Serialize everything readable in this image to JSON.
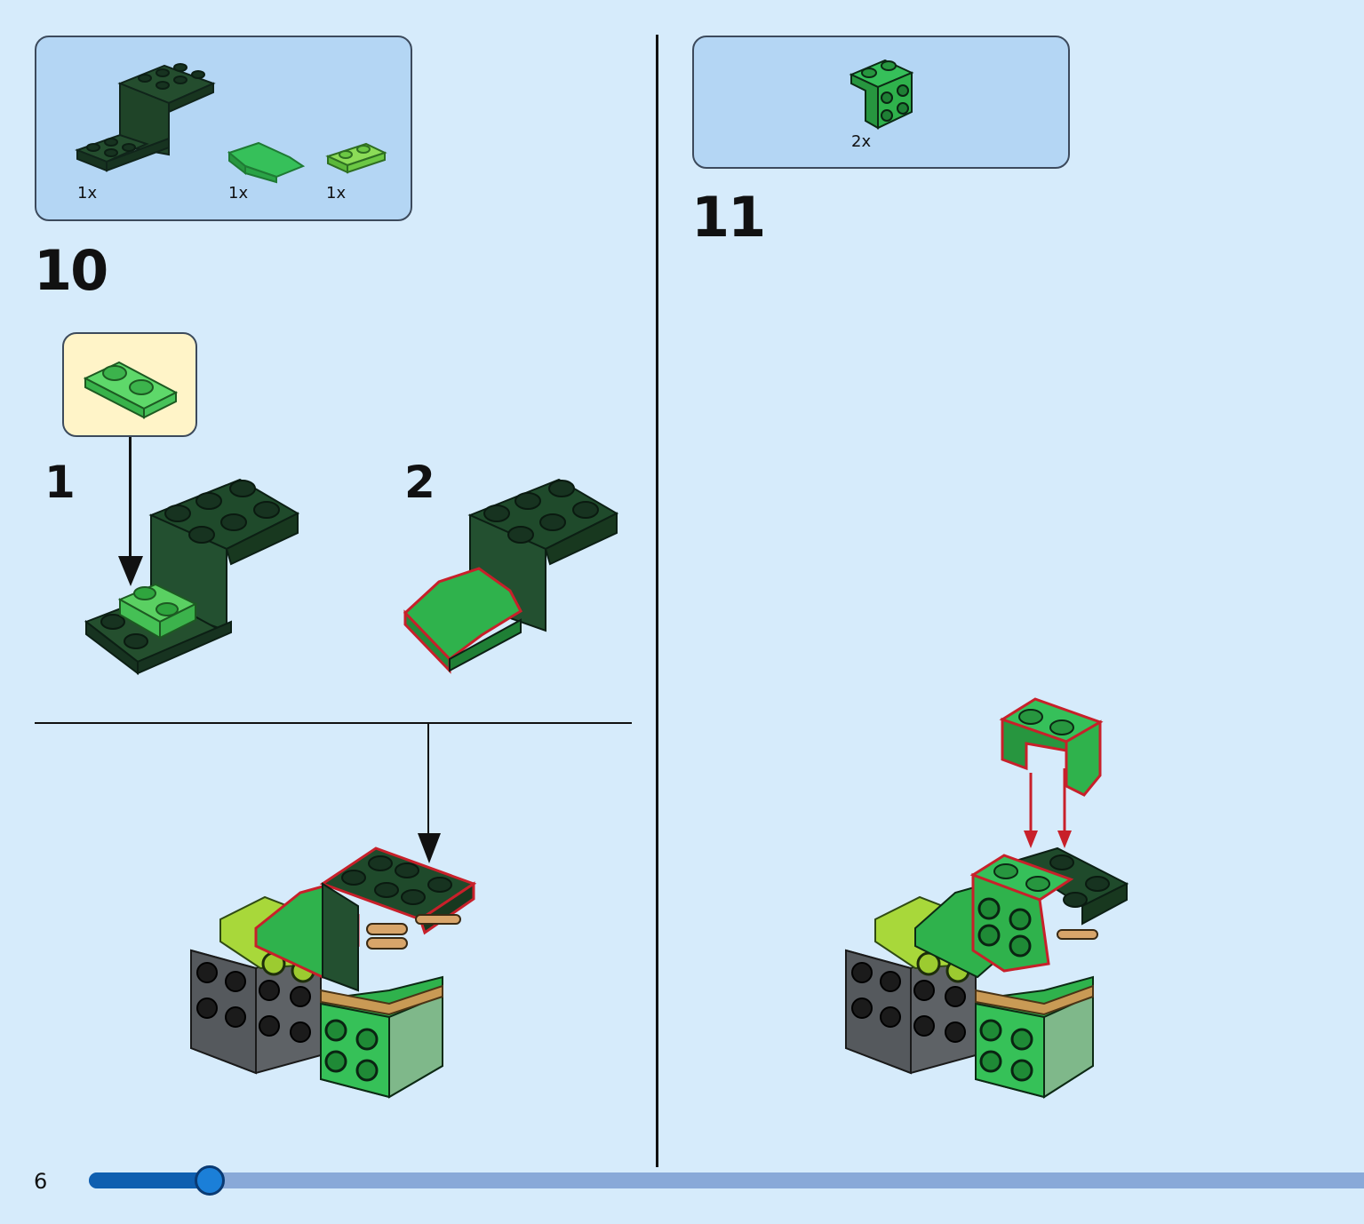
{
  "steps": {
    "step10": {
      "number": "10",
      "parts": [
        {
          "qty": "1x",
          "icon": "bracket-plate-dark-green-icon"
        },
        {
          "qty": "1x",
          "icon": "curved-slope-green-icon"
        },
        {
          "qty": "1x",
          "icon": "plate-1x2-lime-icon"
        }
      ],
      "substeps": [
        {
          "number": "1"
        },
        {
          "number": "2"
        }
      ]
    },
    "step11": {
      "number": "11",
      "parts": [
        {
          "qty": "2x",
          "icon": "bracket-1x2-green-icon"
        }
      ]
    }
  },
  "footer": {
    "page_number": "6",
    "progress": 0.095
  },
  "colors": {
    "background": "#d6ebfb",
    "parts_box": "#b4d6f4",
    "callout": "#fff4c8",
    "dark_green": "#1f4a2b",
    "green": "#2fb24c",
    "lime": "#7cd64a",
    "highlight": "#c8202a"
  }
}
